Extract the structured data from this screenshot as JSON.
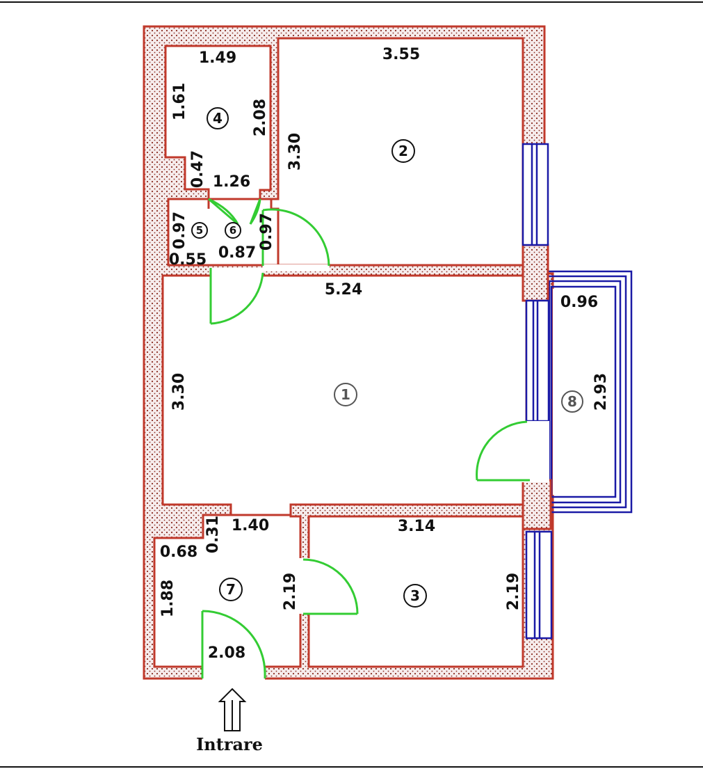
{
  "plan": {
    "entrance_label": "Intrare",
    "rooms": [
      {
        "id": "room-1",
        "number": "1"
      },
      {
        "id": "room-2",
        "number": "2"
      },
      {
        "id": "room-3",
        "number": "3"
      },
      {
        "id": "room-4",
        "number": "4"
      },
      {
        "id": "room-5",
        "number": "5"
      },
      {
        "id": "room-6",
        "number": "6"
      },
      {
        "id": "room-7",
        "number": "7"
      },
      {
        "id": "room-8",
        "number": "8"
      }
    ],
    "dimensions": {
      "r4_top": "1.49",
      "r4_left": "1.61",
      "r4_right": "2.08",
      "r4_step": "0.47",
      "r4_bottom": "1.26",
      "r2_top": "3.55",
      "r2_left": "3.30",
      "r5_left": "0.97",
      "r5_bottom": "0.55",
      "r6_bottom": "0.87",
      "r6_right": "0.97",
      "r1_top": "5.24",
      "r1_left": "3.30",
      "r8_top": "0.96",
      "r8_right": "2.93",
      "r7_step_v": "0.31",
      "r7_top": "1.40",
      "r7_step_h": "0.68",
      "r7_left": "1.88",
      "r7_right": "2.19",
      "r7_bottom": "2.08",
      "r3_top": "3.14",
      "r3_right": "2.19"
    }
  }
}
